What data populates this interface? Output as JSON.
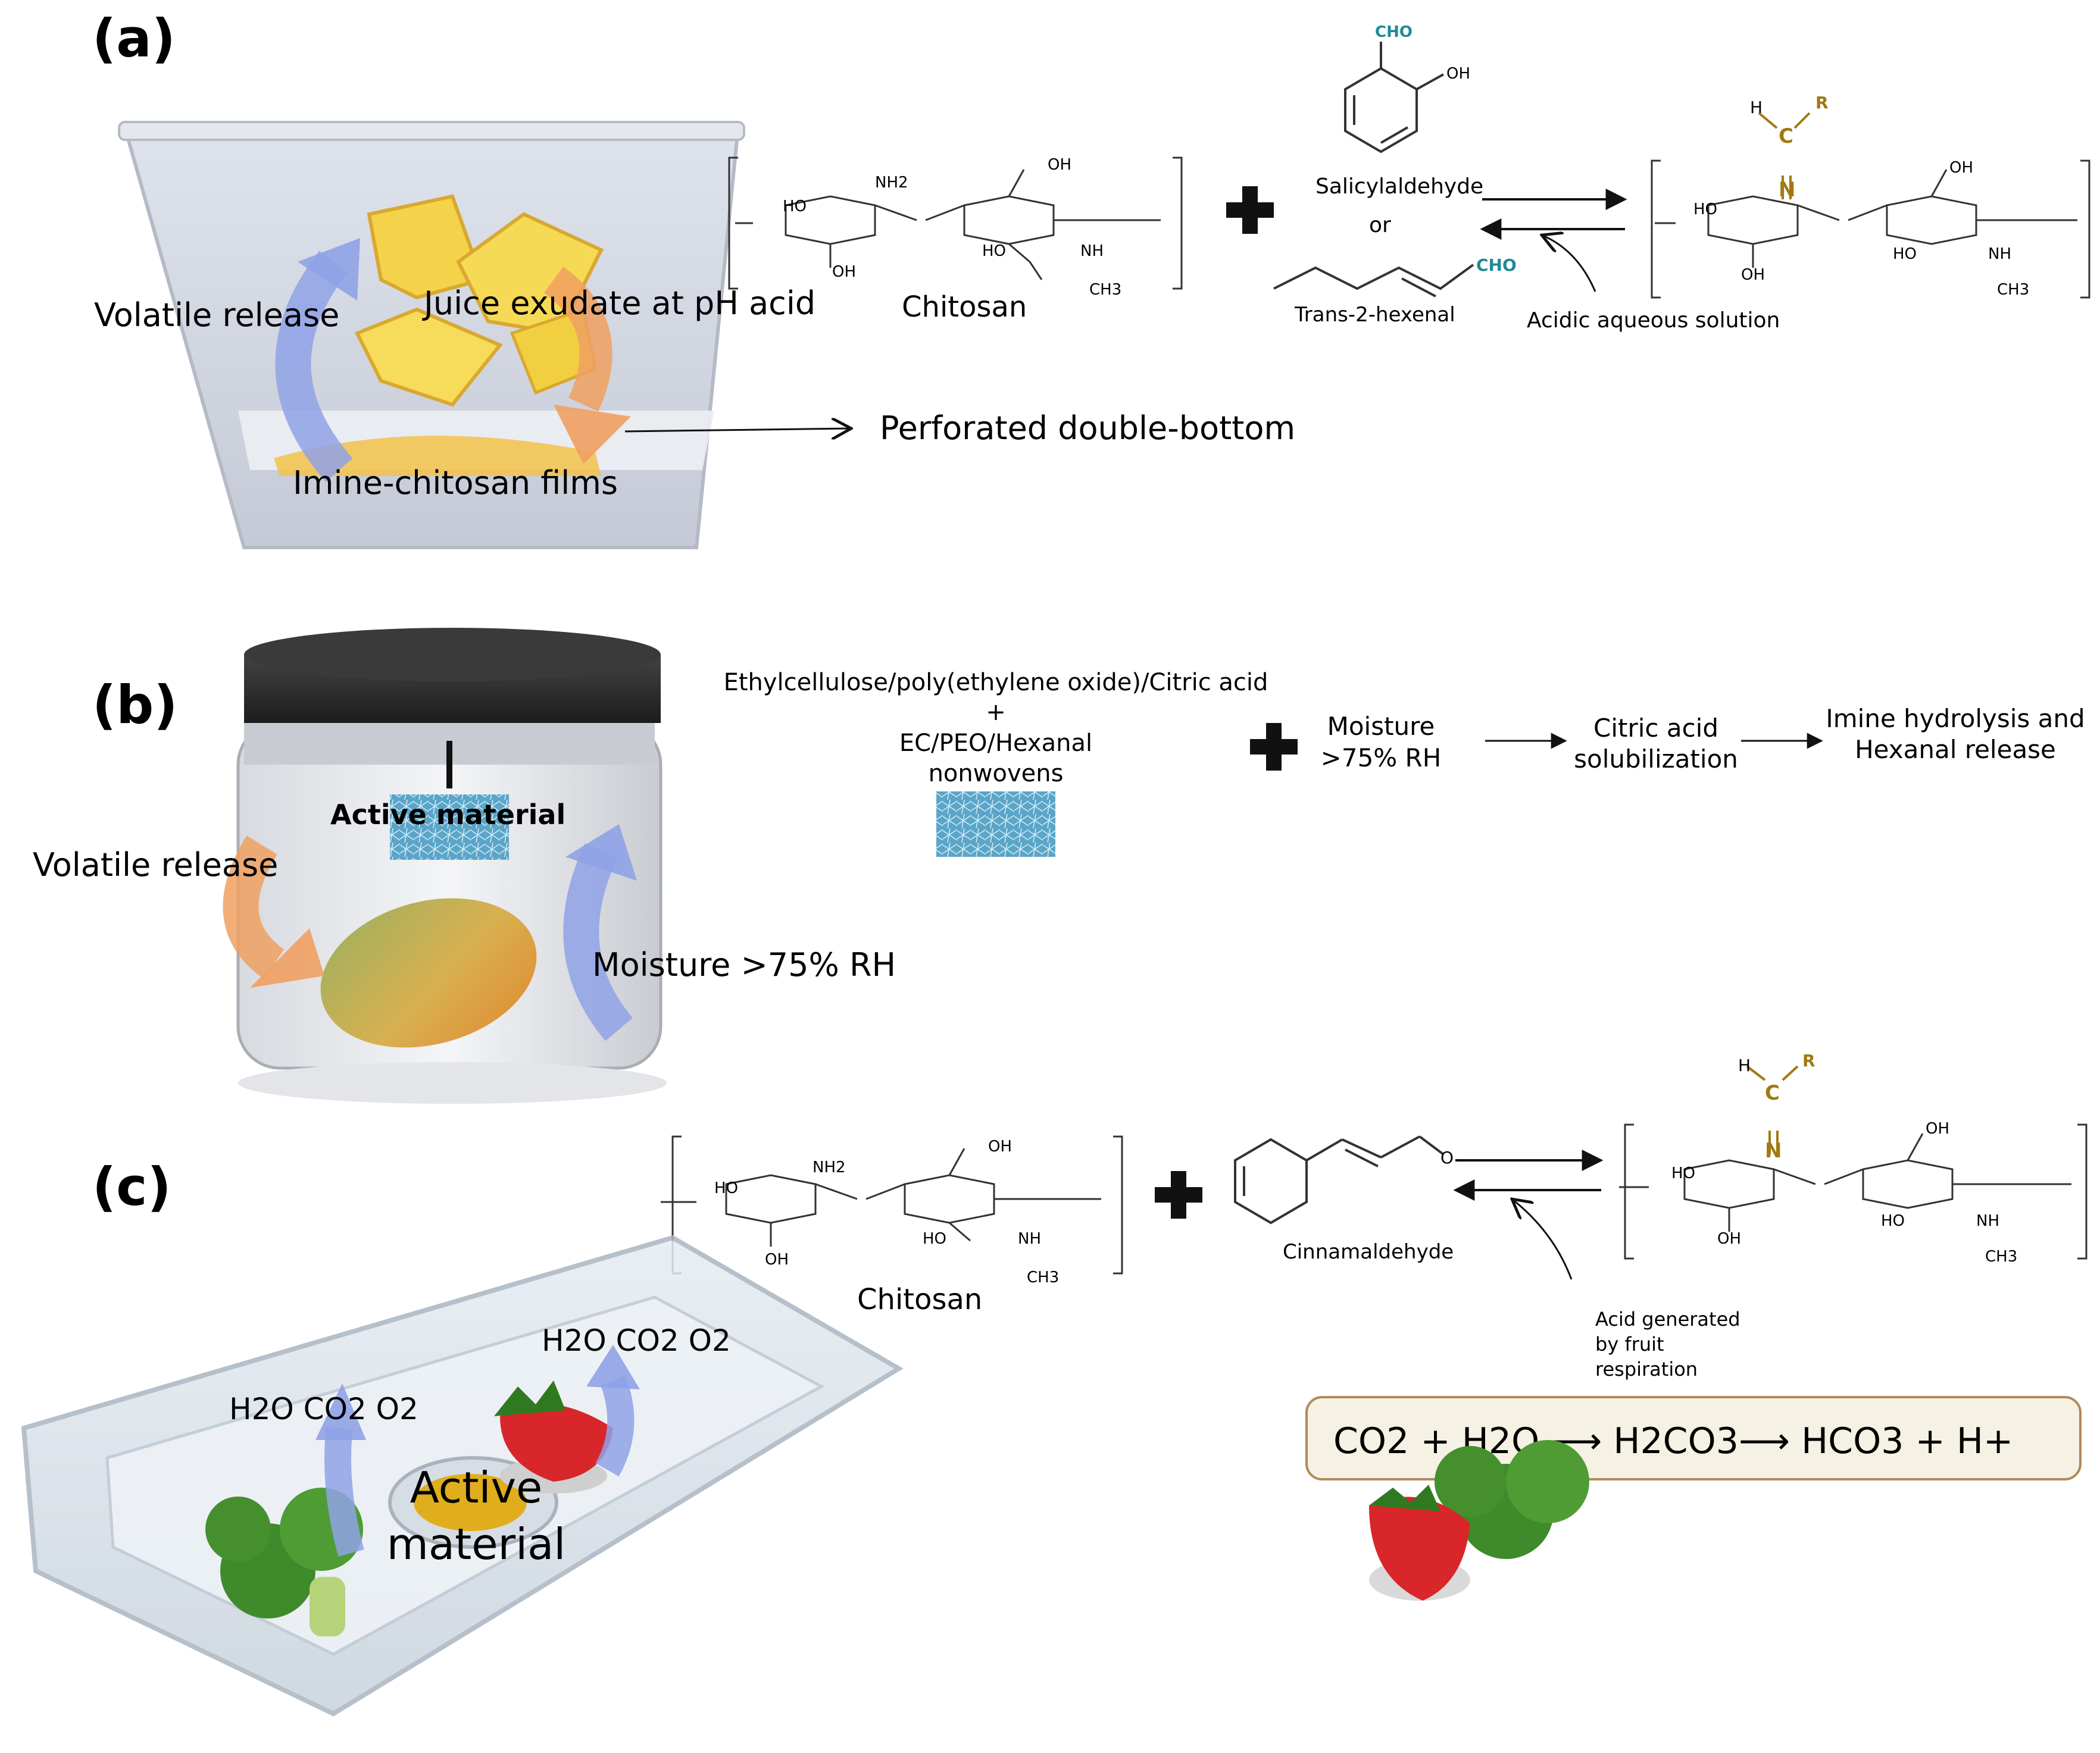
{
  "panel_a": {
    "label": "(a)",
    "volatile_release": "Volatile release",
    "juice_exudate": "Juice exudate at pH acid",
    "imine_films": "Imine-chitosan films",
    "perforated": "Perforated double-bottom",
    "chitosan": "Chitosan",
    "salicylaldehyde": "Salicylaldehyde",
    "or": "or",
    "hexenal": "Trans-2-hexenal",
    "acidic_solution": "Acidic aqueous solution"
  },
  "panel_b": {
    "label": "(b)",
    "active_material": "Active material",
    "volatile_release": "Volatile release",
    "moisture_jar": "Moisture >75% RH",
    "nonwoven_line1": "Ethylcellulose/poly(ethylene oxide)/Citric acid",
    "nonwoven_plus": "+",
    "nonwoven_line2": "EC/PEO/Hexanal",
    "nonwoven_line3": "nonwovens",
    "moisture_line1": "Moisture",
    "moisture_line2": ">75% RH",
    "citric_line1": "Citric acid",
    "citric_line2": "solubilization",
    "imine_line1": "Imine hydrolysis and",
    "imine_line2": "Hexanal release"
  },
  "panel_c": {
    "label": "(c)",
    "chitosan": "Chitosan",
    "cinnamaldehyde": "Cinnamaldehyde",
    "acid_line1": "Acid generated",
    "acid_line2": "by  fruit",
    "acid_line3": "respiration",
    "gases": "H2O CO2 O2",
    "active_line1": "Active",
    "active_line2": "material",
    "equation": "CO2 + H2O ⟶ H2CO3⟶ HCO3 + H+"
  },
  "chem": {
    "cho": "CHO",
    "oh": "OH",
    "ho": "HO",
    "nh2": "NH2",
    "nh": "NH",
    "ch3": "CH3",
    "o": "O",
    "h": "H",
    "r": "R",
    "c": "C",
    "n": "N"
  },
  "colors": {
    "blue_arrow": "#8fa2e6",
    "orange_arrow": "#f0a060",
    "chem_teal": "#1f8a96",
    "imine_gold": "#a07a10",
    "equation_box": "#f5f1e4",
    "equation_border": "#b08a5a"
  }
}
